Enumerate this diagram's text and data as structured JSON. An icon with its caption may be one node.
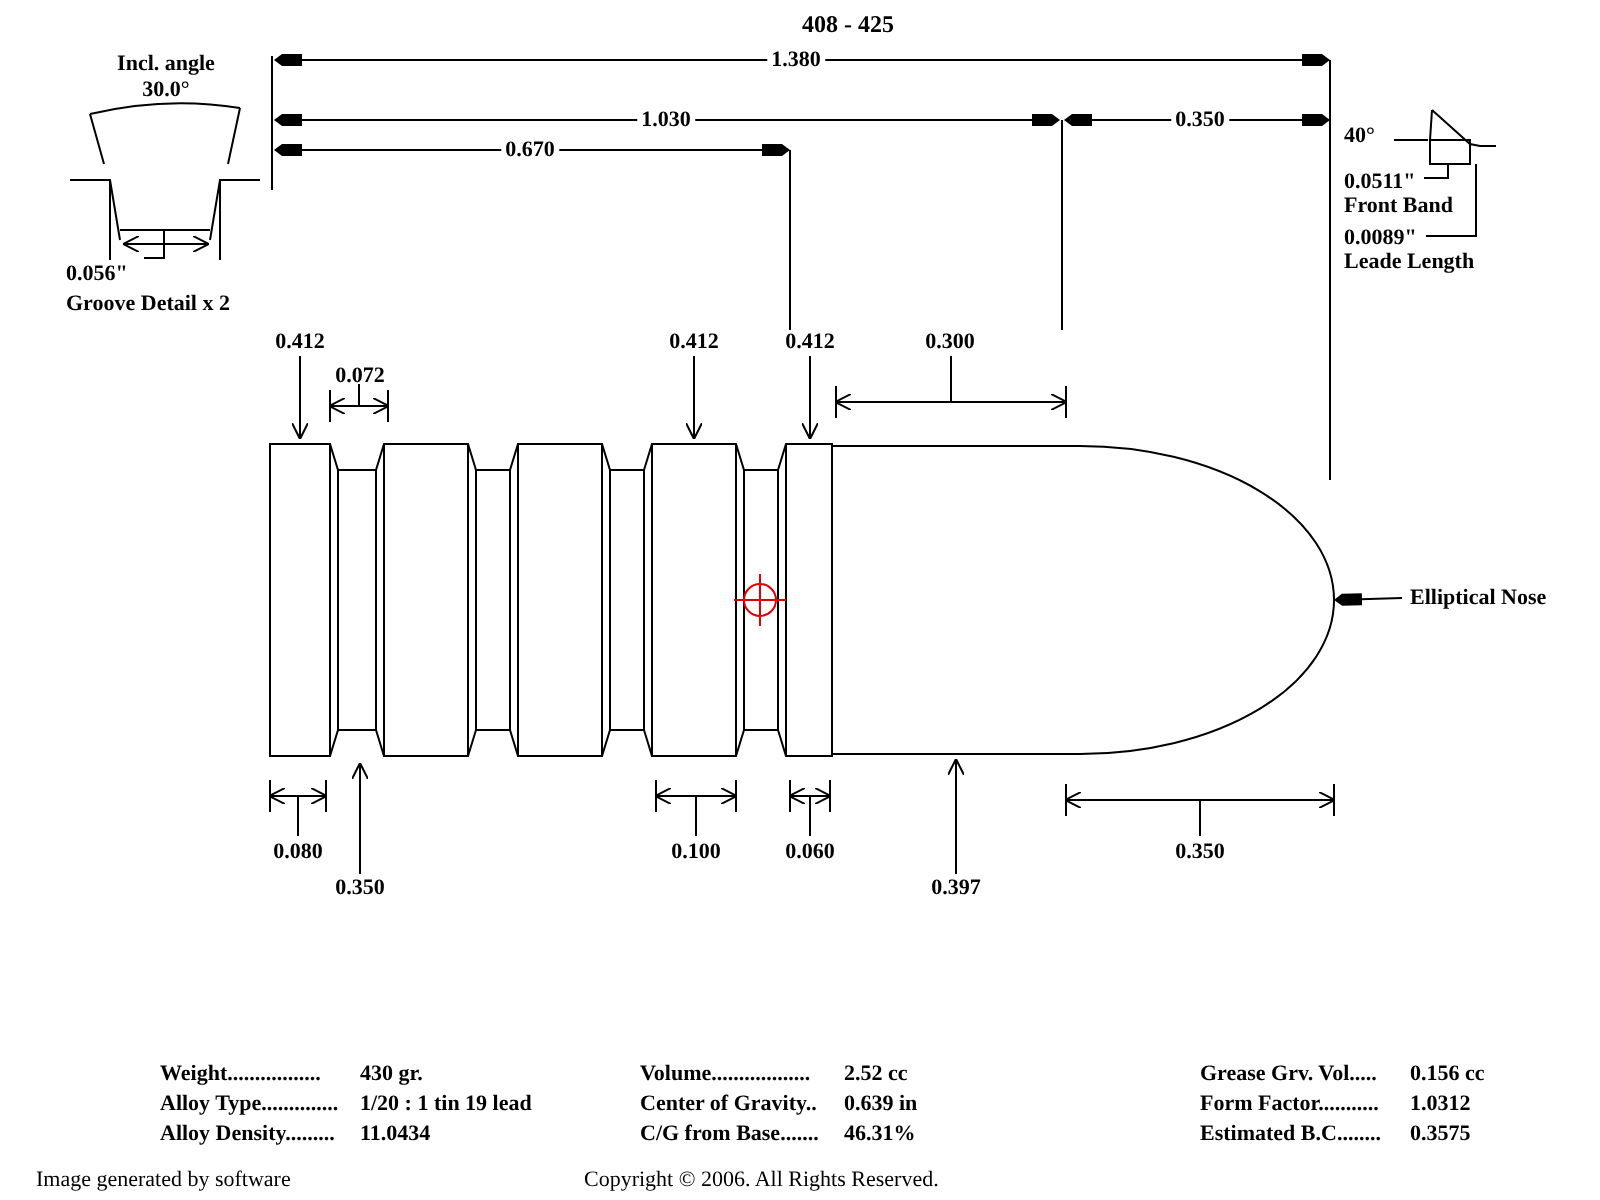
{
  "diagram": {
    "title": "408 - 425",
    "nodes": [
      {
        "text": [
          "Elliptical Nose"
        ]
      },
      {
        "text": [],
        "shape": "picture"
      }
    ],
    "edges": [
      {
        "from": 0,
        "to": 1,
        "arrow": "to"
      }
    ],
    "labels": [
      "Incl. angle",
      "30.0°",
      "1.380",
      "1.030",
      "0.670",
      "0.350",
      "40°",
      "0.056\"",
      "0.0511\"",
      "Front Band",
      "Groove Detail x 2",
      "0.0089\"",
      "Leade Length",
      "0.412",
      "0.412",
      "0.412",
      "0.300",
      "0.072",
      "0.080",
      "0.100",
      "0.060",
      "0.350",
      "0.350",
      "0.397",
      "Weight.................",
      "430 gr.",
      "Volume..................",
      "2.52 cc",
      "Grease Grv. Vol.....",
      "0.156 cc",
      "Alloy Type..............",
      "1/20 : 1 tin 19 lead",
      "Center of Gravity..",
      "0.639 in",
      "Form Factor...........",
      "1.0312",
      "Alloy Density.........",
      "11.0434",
      "C/G from Base.......",
      "46.31%",
      "Estimated B.C........",
      "0.3575",
      "Image generated by software",
      "Copyright © 2006. All Rights Reserved."
    ]
  }
}
